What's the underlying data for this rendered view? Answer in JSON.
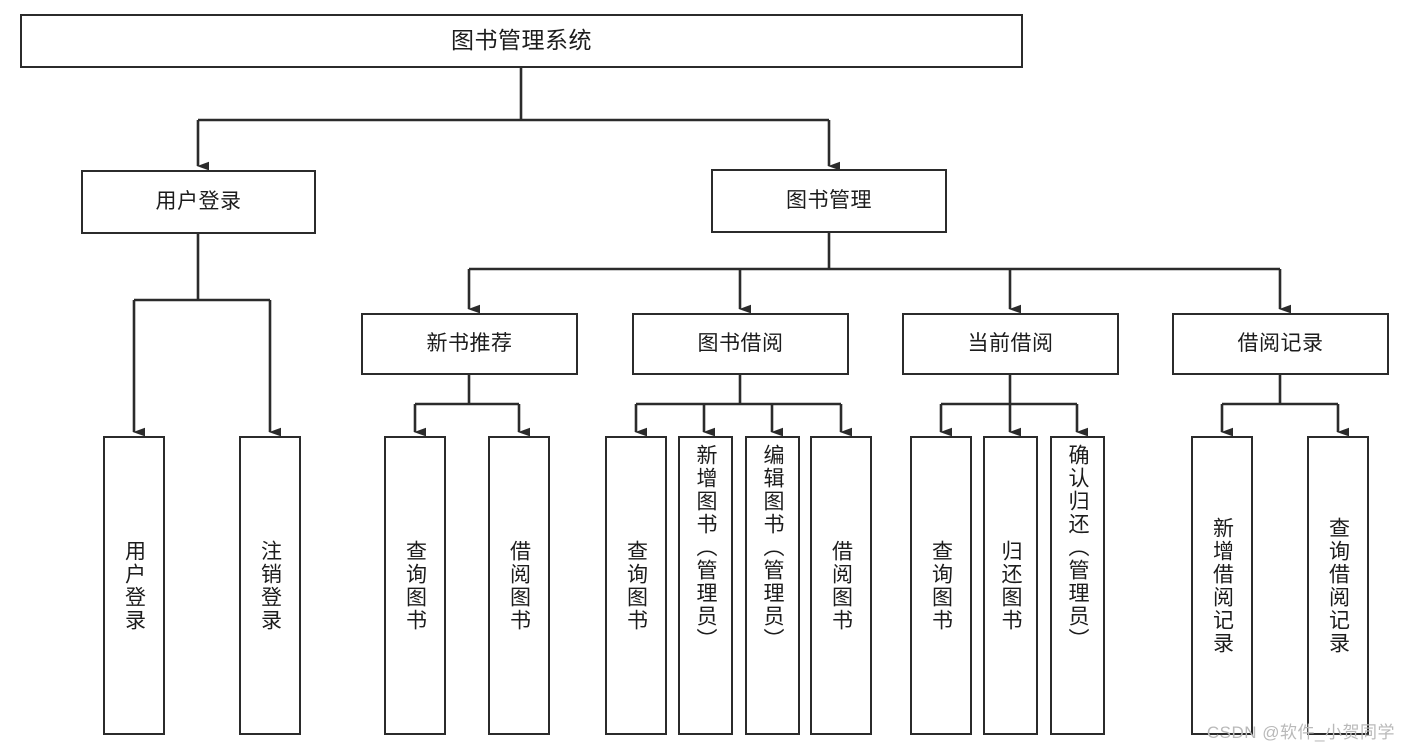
{
  "diagram": {
    "title": "图书管理系统",
    "type": "tree-hierarchy-diagram",
    "root": {
      "id": "root",
      "label": "图书管理系统"
    },
    "level2": [
      {
        "id": "login",
        "label": "用户登录"
      },
      {
        "id": "bookmgmt",
        "label": "图书管理"
      }
    ],
    "level3": [
      {
        "id": "newbook",
        "label": "新书推荐"
      },
      {
        "id": "borrow",
        "label": "图书借阅"
      },
      {
        "id": "current",
        "label": "当前借阅"
      },
      {
        "id": "record",
        "label": "借阅记录"
      }
    ],
    "leaves": {
      "login": [
        {
          "id": "login-user",
          "label": "用户登录"
        },
        {
          "id": "login-logout",
          "label": "注销登录"
        }
      ],
      "newbook": [
        {
          "id": "newbook-query",
          "label": "查询图书"
        },
        {
          "id": "newbook-borrow",
          "label": "借阅图书"
        }
      ],
      "borrow": [
        {
          "id": "borrow-query",
          "label": "查询图书"
        },
        {
          "id": "borrow-add",
          "label": "新增图书（管理员）"
        },
        {
          "id": "borrow-edit",
          "label": "编辑图书（管理员）"
        },
        {
          "id": "borrow-take",
          "label": "借阅图书"
        }
      ],
      "current": [
        {
          "id": "current-query",
          "label": "查询图书"
        },
        {
          "id": "current-return",
          "label": "归还图书"
        },
        {
          "id": "current-confirm",
          "label": "确认归还（管理员）"
        }
      ],
      "record": [
        {
          "id": "record-add",
          "label": "新增借阅记录"
        },
        {
          "id": "record-query",
          "label": "查询借阅记录"
        }
      ]
    }
  },
  "watermark": {
    "text": "CSDN @软件_小贺同学"
  },
  "colors": {
    "stroke": "#2b2b2b",
    "text": "#1c1c1c",
    "background": "#ffffff",
    "watermark": "#b9b9b9"
  }
}
